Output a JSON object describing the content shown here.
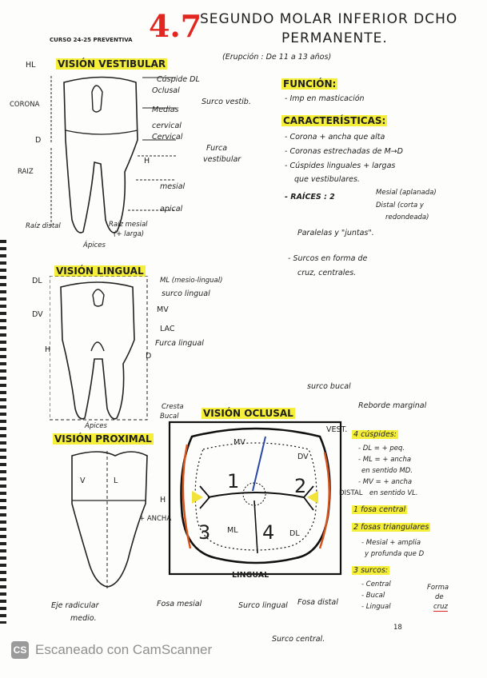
{
  "header": {
    "course": "CURSO 24-25 PREVENTIVA",
    "number": "4.7",
    "title_line1": "SEGUNDO MOLAR INFERIOR DCHO",
    "title_line2": "PERMANENTE.",
    "eruption": "(Erupción : De 11 a 13 años)"
  },
  "vestibular": {
    "heading": "VISIÓN VESTIBULAR",
    "labels": {
      "hl": "HL",
      "corona": "CORONA",
      "d": "D",
      "raiz": "RAIZ",
      "cuspide": "Cúspide DL",
      "oclusal": "Oclusal",
      "medias": "Medias",
      "surco_vestib": "Surco vestib.",
      "cervical1": "cervical",
      "cervical2": "Cervical",
      "furca": "Furca",
      "vestibular": "vestibular",
      "h": "H",
      "mesial": "mesial",
      "apical": "apical",
      "raiz_distal": "Raíz distal",
      "raiz_mesial": "Raíz mesial",
      "mas_larga": "(+ larga)",
      "apices": "Ápices"
    }
  },
  "lingual": {
    "heading": "VISIÓN LINGUAL",
    "labels": {
      "dl": "DL",
      "dv": "DV",
      "h": "H",
      "ml": "ML (mesio-lingual)",
      "surco_lingual": "surco lingual",
      "mv": "MV",
      "lac": "LAC",
      "furca_lingual": "Furca lingual",
      "d": "D",
      "apices": "Ápices"
    }
  },
  "proximal": {
    "heading": "VISIÓN PROXIMAL",
    "v": "V",
    "l": "L",
    "h": "H",
    "ancha": "+ ANCHA",
    "eje": "Eje radicular",
    "medio": "medio."
  },
  "oclusal": {
    "heading": "VISIÓN OCLUSAL",
    "cresta": "Cresta",
    "bucal": "Bucal",
    "surco_bucal": "surco bucal",
    "reborde": "Reborde marginal",
    "vest": "VEST.",
    "mv": "MV",
    "dv": "DV",
    "ml": "ML",
    "dl": "DL",
    "n1": "1",
    "n2": "2",
    "n3": "3",
    "n4": "4",
    "lingual": "LINGUAL",
    "fosa_mesial": "Fosa mesial",
    "surco_lingual": "Surco lingual",
    "fosa_distal": "Fosa distal",
    "surco_central": "Surco central.",
    "distal": "DISTAL"
  },
  "notes": {
    "funcion_head": "FUNCIÓN:",
    "funcion": "- Imp en masticación",
    "caract_head": "CARACTERÍSTICAS:",
    "c1": "- Corona + ancha que alta",
    "c2": "- Coronas estrechadas de M→D",
    "c3": "- Cúspides linguales + largas",
    "c3b": "que vestibulares.",
    "raices_label": "- RAÍCES : 2",
    "raices_m": "Mesial (aplanada)",
    "raices_d": "Distal (corta y",
    "raices_d2": "redondeada)",
    "paralelas": "Paralelas y \"juntas\".",
    "surcos": "- Surcos en forma de",
    "surcos2": "cruz, centrales."
  },
  "oclusal_notes": {
    "cuspides": "4 cúspides:",
    "dl": "- DL = + peq.",
    "ml": "- ML = + ancha",
    "ml2": "en sentido MD.",
    "mv": "- MV = + ancha",
    "mv2": "en sentido VL.",
    "fosa": "1 fosa central",
    "fosas_tri": "2 fosas triangulares",
    "mesial": "- Mesial + amplia",
    "mesial2": "y profunda que D",
    "surcos_head": "3 surcos:",
    "s1": "- Central",
    "s2": "- Bucal",
    "s3": "- Lingual",
    "forma": "Forma",
    "de": "de",
    "cruz": "cruz"
  },
  "page_number": "18",
  "footer": {
    "logo": "CS",
    "text": "Escaneado con CamScanner"
  }
}
